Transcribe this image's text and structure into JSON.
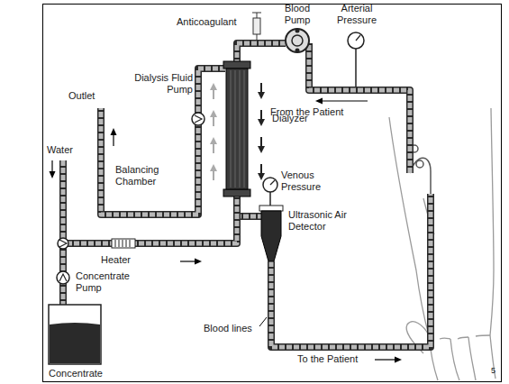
{
  "diagram": {
    "labels": [
      "Anticoagulant",
      "Blood Pump",
      "Arterial Pressure",
      "Dialysis Fluid Pump",
      "From the Patient",
      "Dialyzer",
      "Outlet",
      "Water",
      "Balancing Chamber",
      "Venous Pressure",
      "Ultrasonic Air Detector",
      "Heater",
      "Concentrate Pump",
      "Blood lines",
      "To the Patient",
      "Concentrate",
      "5"
    ]
  }
}
